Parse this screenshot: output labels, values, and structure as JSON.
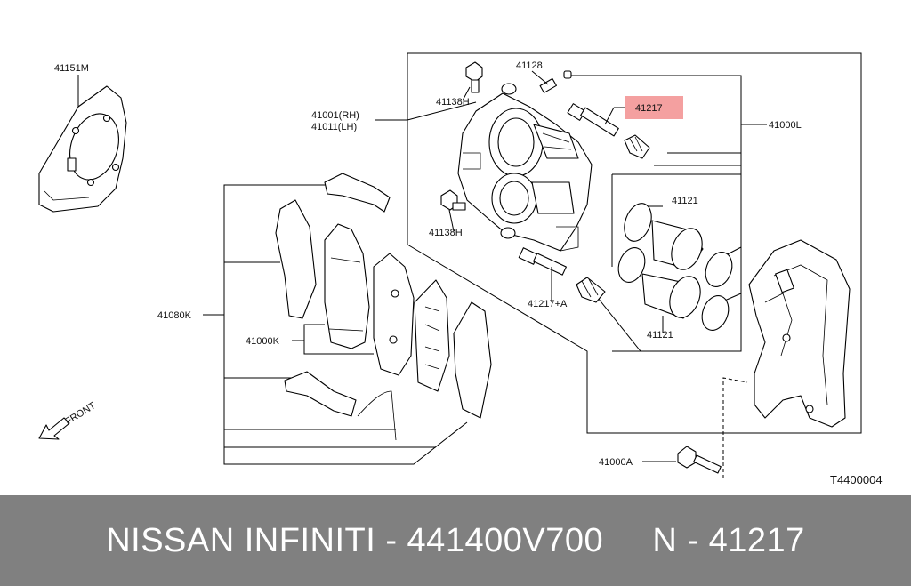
{
  "labels": {
    "p41151m": "41151M",
    "p41138h_top": "41138H",
    "p41128": "41128",
    "p41217": "41217",
    "p41001": "41001(RH)",
    "p41011": "41011(LH)",
    "p41000l": "41000L",
    "p41121_top": "41121",
    "p41138h_bottom": "41138H",
    "p41217a": "41217+A",
    "p41121_bottom": "41121",
    "p41080k": "41080K",
    "p41000k": "41000K",
    "p41000a": "41000A",
    "front": "FRONT",
    "diagram_id": "T4400004"
  },
  "highlight_color": "#f4a0a0",
  "footer": {
    "text": "NISSAN INFINITI - 441400V700     N - 41217",
    "background": "#808080",
    "color": "#ffffff"
  }
}
